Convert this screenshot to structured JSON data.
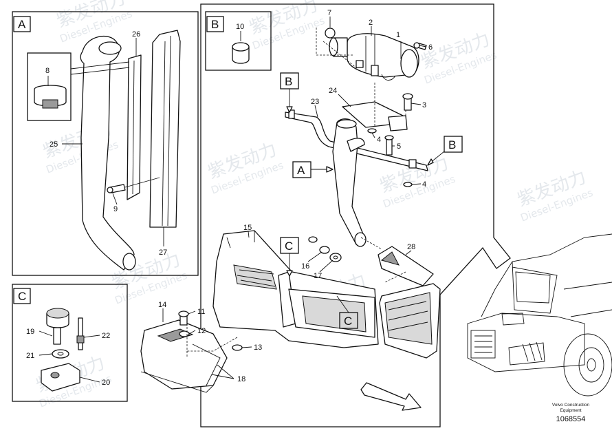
{
  "view_labels": {
    "a": "A",
    "b": "B",
    "c": "C"
  },
  "callouts": {
    "p1": "1",
    "p2": "2",
    "p3": "3",
    "p4a": "4",
    "p4b": "4",
    "p5": "5",
    "p6": "6",
    "p7": "7",
    "p8": "8",
    "p9": "9",
    "p10": "10",
    "p11": "11",
    "p12": "12",
    "p13": "13",
    "p14": "14",
    "p15": "15",
    "p16": "16",
    "p17": "17",
    "p18": "18",
    "p19": "19",
    "p20": "20",
    "p21": "21",
    "p22": "22",
    "p23": "23",
    "p24": "24",
    "p25": "25",
    "p26": "26",
    "p27": "27",
    "p28": "28"
  },
  "footer": {
    "brand_line1": "Volvo Construction",
    "brand_line2": "Equipment",
    "drawing_number": "1068554"
  },
  "watermark": {
    "cn": "紫发动力",
    "en": "Diesel-Engines"
  }
}
